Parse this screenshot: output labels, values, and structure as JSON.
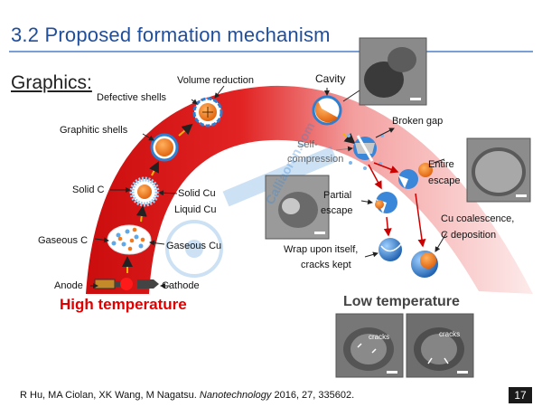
{
  "header": {
    "title": "3.2 Proposed formation mechanism"
  },
  "section_label": "Graphics:",
  "stages": {
    "anode": "Anode",
    "cathode": "Cathode",
    "gaseous_c": "Gaseous C",
    "gaseous_cu": "Gaseous Cu",
    "solid_c": "Solid C",
    "solid_cu": "Solid Cu",
    "liquid_cu": "Liquid Cu",
    "graphitic_shells": "Graphitic shells",
    "defective_shells": "Defective shells",
    "volume_reduction": "Volume reduction",
    "cavity": "Cavity",
    "broken_gap": "Broken gap",
    "self_compression_1": "Self-",
    "self_compression_2": "compression",
    "entire_escape_1": "Entire",
    "entire_escape_2": "escape",
    "partial_escape_1": "Partial",
    "partial_escape_2": "escape",
    "cu_coalescence_1": "Cu coalescence,",
    "cu_coalescence_2": "C deposition",
    "wrap_1": "Wrap upon itself,",
    "wrap_2": "cracks kept"
  },
  "temperature": {
    "high": "High temperature",
    "low": "Low temperature"
  },
  "micrographs": {
    "cracks_label": "cracks"
  },
  "watermark": {
    "text": "Calliaoren.com"
  },
  "footer": {
    "citation_authors": "R Hu, MA Ciolan, XK Wang, M Nagatsu. ",
    "citation_journal": "Nanotechnology",
    "citation_details": " 2016, 27, 335602."
  },
  "page_number": "17",
  "colors": {
    "title": "#1f4e9b",
    "high_temperature": "#e00000",
    "arc_hot": "#d40000",
    "copper": "#f07a1e",
    "shell_blue": "#2f7fd0"
  }
}
